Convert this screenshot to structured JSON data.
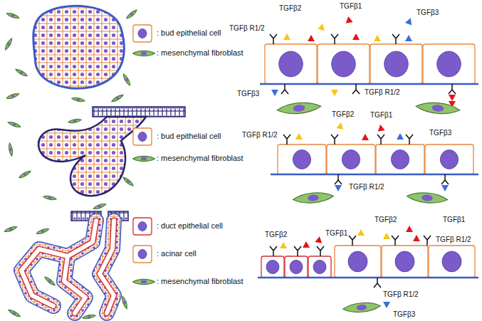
{
  "diagram": {
    "labels": [
      "TGFβ2",
      "TGFβ1",
      "TGFβ3",
      "TGFβ R1/2",
      "TGFβ3",
      "TGFβ R1/2",
      "TGFβ2",
      "TGFβ1",
      "TGFβ R1/2",
      "TGFβ3",
      "TGFβ R1/2",
      "TGFβ2",
      "TGFβ1",
      "TGFβ2",
      "TGFβ1",
      "TGFβ R1/2",
      "TGFβ R1/2",
      "TGFβ3"
    ],
    "legend": [
      {
        "text": ": bud epithelial cell"
      },
      {
        "text": ": mesenchymal fibroblast"
      },
      {
        "text": ": bud epithelial cell"
      },
      {
        "text": ": mesenchymal fibroblast"
      },
      {
        "text": ": duct epithelial cell"
      },
      {
        "text": ": acinar cell"
      },
      {
        "text": ": mesenchymal fibroblast"
      }
    ]
  }
}
